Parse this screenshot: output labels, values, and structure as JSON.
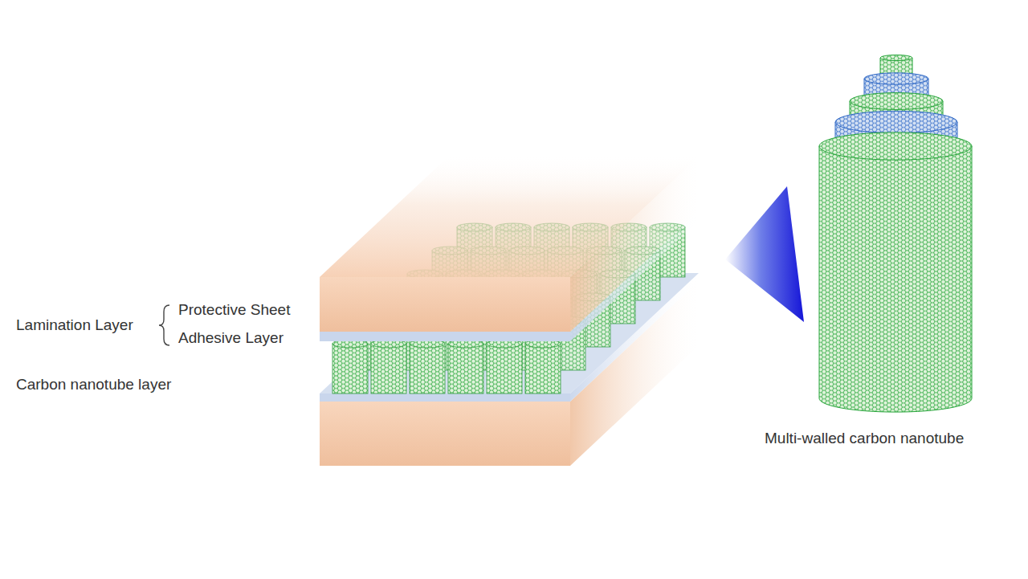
{
  "diagram": {
    "labels": [
      "Lamination Layer",
      "Protective Sheet",
      "Adhesive Layer",
      "Carbon nanotube layer",
      "Multi-walled carbon nanotube"
    ]
  }
}
